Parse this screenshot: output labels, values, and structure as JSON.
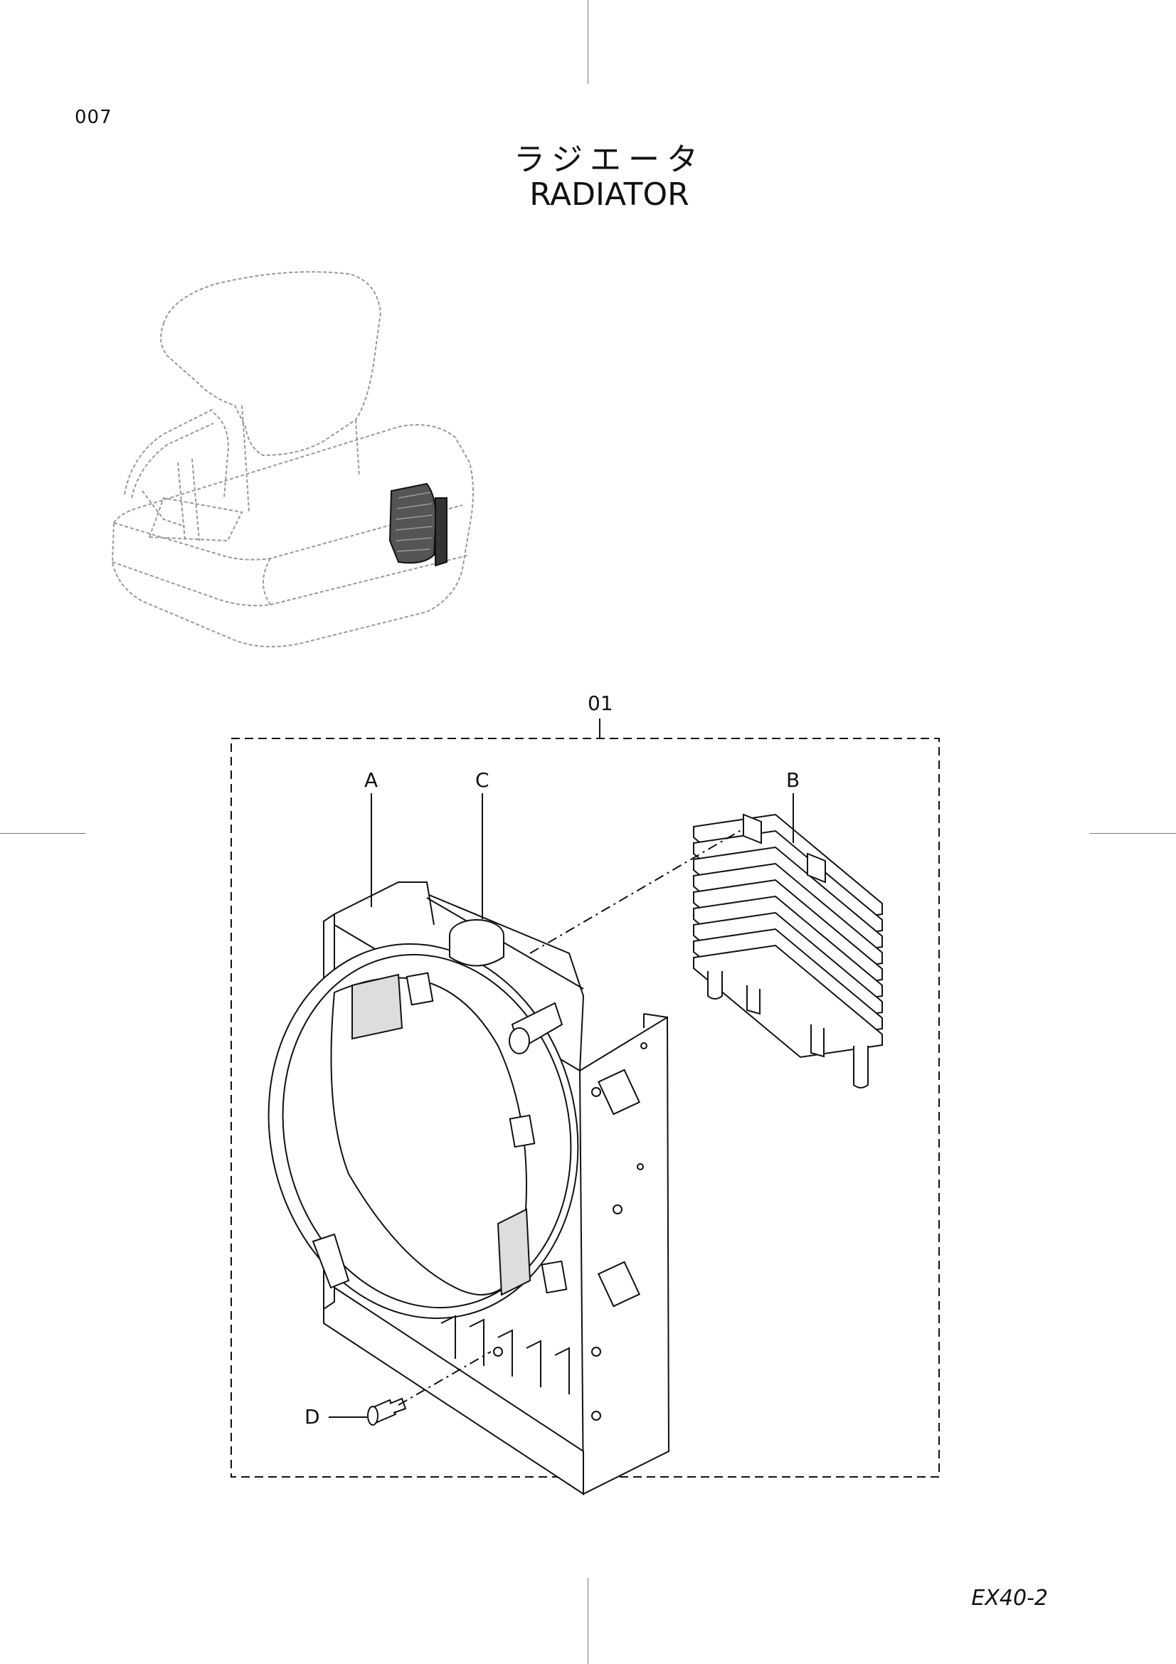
{
  "page": {
    "code": "007",
    "title_jp": "ラジエータ",
    "title_en": "RADIATOR",
    "model": "EX40-2"
  },
  "callouts": {
    "assembly": "01",
    "a": "A",
    "b": "B",
    "c": "C",
    "d": "D"
  },
  "colors": {
    "line": "#111111",
    "faint": "#999999",
    "highlight": "#333333"
  }
}
